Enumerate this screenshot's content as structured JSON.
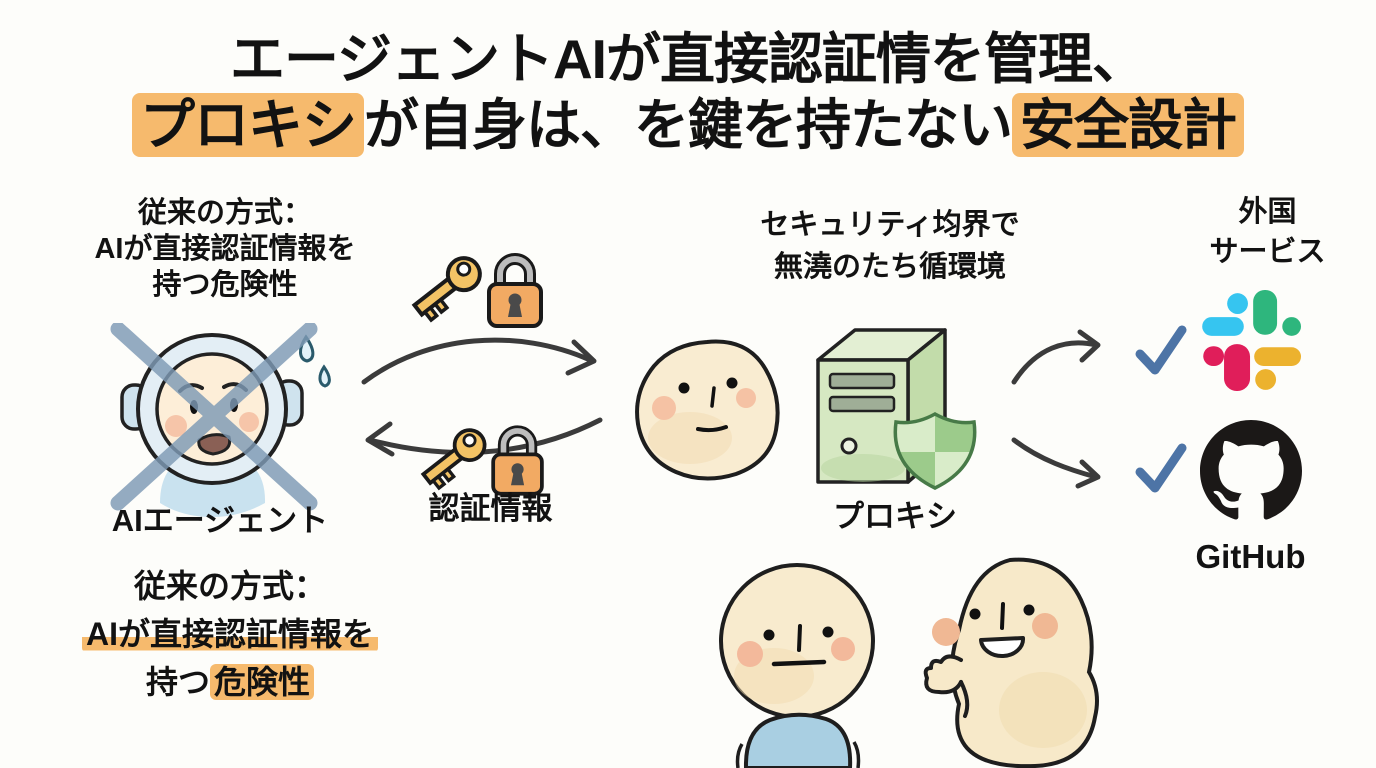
{
  "title": {
    "line1": "エージェントAIが直接認証情を管理、",
    "line2_parts": [
      {
        "text": "プロキシ"
      },
      {
        "text": "が自身は、を鍵を持たない"
      },
      {
        "text": "安全設計"
      }
    ]
  },
  "left_panel": {
    "top_caption": [
      "従来の方式：",
      "AIが直接認証情報を",
      "持つ危険性"
    ],
    "agent_label": "AIエージェント",
    "bottom_caption": {
      "line1": "従来の方式：",
      "line2": "AIが直接認証情報を",
      "line3_prefix": "持つ",
      "line3_highlighted": "危険性"
    }
  },
  "flow": {
    "credentials_label": "認証情報",
    "proxy_label": "プロキシ",
    "boundary_caption": [
      "セキュリティ均界で",
      "無澆のたち循環境"
    ]
  },
  "services": {
    "caption": [
      "外国",
      "サービス"
    ],
    "github_label": "GitHub"
  },
  "icons": {
    "key": "golden key",
    "lock": "orange padlock",
    "check": "blue checkmark",
    "slack": "Slack logo",
    "github": "GitHub octocat logo",
    "server_shield": "green proxy server with security shield",
    "cross_out": "blue X over crossed-out AI agent",
    "sweat_drops": "worry sweat drops"
  },
  "colors": {
    "highlight": "#f6ba6d",
    "text": "#121212",
    "arrow": "#3b3b3b",
    "check": "#4d74a6",
    "cross": "#7e9ab5",
    "slack-blue": "#36C5F0",
    "slack-green": "#2EB67D",
    "slack-pink": "#E01E5A",
    "slack-yellow": "#ECB22E",
    "github-black": "#1b1817",
    "key-gold": "#f3c365",
    "lock-orange": "#f2aa63",
    "server-green": "#d6e8c2",
    "shield-green": "#9ccb8b",
    "agent-blue": "#cfe3ee",
    "skin": "#f8ebce",
    "body-blue": "#a9cfe2"
  }
}
